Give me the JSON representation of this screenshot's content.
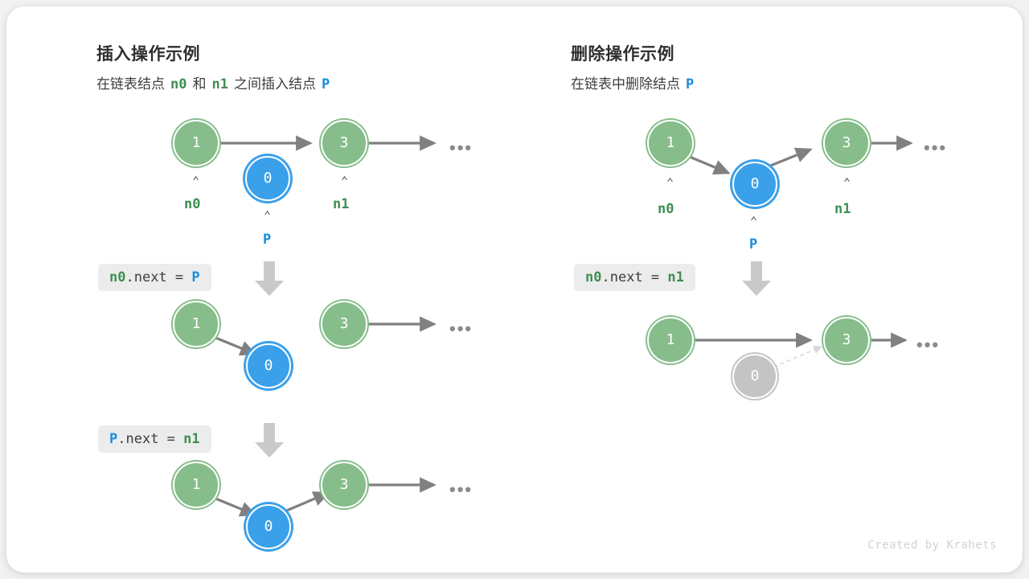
{
  "credit": "Created by Krahets",
  "colors": {
    "green_node": "#86bd8b",
    "blue_node": "#3aa0ea",
    "gray_node": "#c4c4c4",
    "edge": "#808080",
    "green_text": "#3e8f52",
    "blue_text": "#1a8cdd",
    "chip_bg": "#ececec",
    "card_bg": "#ffffff",
    "page_bg": "#f2f2f2"
  },
  "panels": [
    {
      "id": "insert",
      "title": "插入操作示例",
      "subtitle": {
        "part1": "在链表结点",
        "var1": "n0",
        "part2": "和",
        "var2": "n1",
        "part3": "之间插入结点",
        "var3": "P"
      },
      "steps": [
        {
          "id": "insert-step-1",
          "code": null,
          "nodes": [
            {
              "name": "node-n0",
              "value": "1",
              "style": "green"
            },
            {
              "name": "node-p",
              "value": "0",
              "style": "blue"
            },
            {
              "name": "node-n1",
              "value": "3",
              "style": "green"
            }
          ],
          "labels": [
            {
              "name": "label-n0",
              "text": "n0",
              "style": "green"
            },
            {
              "name": "label-n1",
              "text": "n1",
              "style": "green"
            },
            {
              "name": "label-p",
              "text": "P",
              "style": "blue"
            }
          ],
          "ellipsis": "•••"
        },
        {
          "id": "insert-step-2",
          "code": {
            "pre": "n0",
            "pre_style": "green",
            "mid": ".next = ",
            "post": "P",
            "post_style": "blue"
          },
          "nodes": [
            {
              "name": "node-n0",
              "value": "1",
              "style": "green"
            },
            {
              "name": "node-p",
              "value": "0",
              "style": "blue"
            },
            {
              "name": "node-n1",
              "value": "3",
              "style": "green"
            }
          ],
          "labels": [],
          "ellipsis": "•••"
        },
        {
          "id": "insert-step-3",
          "code": {
            "pre": "P",
            "pre_style": "blue",
            "mid": ".next = ",
            "post": "n1",
            "post_style": "green"
          },
          "nodes": [
            {
              "name": "node-n0",
              "value": "1",
              "style": "green"
            },
            {
              "name": "node-p",
              "value": "0",
              "style": "blue"
            },
            {
              "name": "node-n1",
              "value": "3",
              "style": "green"
            }
          ],
          "labels": [],
          "ellipsis": "•••"
        }
      ]
    },
    {
      "id": "delete",
      "title": "删除操作示例",
      "subtitle": {
        "part1": "在链表中删除结点",
        "var1": "P",
        "part2": "",
        "var2": "",
        "part3": "",
        "var3": ""
      },
      "steps": [
        {
          "id": "delete-step-1",
          "code": null,
          "nodes": [
            {
              "name": "node-n0",
              "value": "1",
              "style": "green"
            },
            {
              "name": "node-p",
              "value": "0",
              "style": "blue"
            },
            {
              "name": "node-n1",
              "value": "3",
              "style": "green"
            }
          ],
          "labels": [
            {
              "name": "label-n0",
              "text": "n0",
              "style": "green"
            },
            {
              "name": "label-n1",
              "text": "n1",
              "style": "green"
            },
            {
              "name": "label-p",
              "text": "P",
              "style": "blue"
            }
          ],
          "ellipsis": "•••"
        },
        {
          "id": "delete-step-2",
          "code": {
            "pre": "n0",
            "pre_style": "green",
            "mid": ".next = ",
            "post": "n1",
            "post_style": "green"
          },
          "nodes": [
            {
              "name": "node-n0",
              "value": "1",
              "style": "green"
            },
            {
              "name": "node-p",
              "value": "0",
              "style": "gray"
            },
            {
              "name": "node-n1",
              "value": "3",
              "style": "green"
            }
          ],
          "labels": [],
          "ellipsis": "•••"
        }
      ]
    }
  ],
  "caret_glyph": "⌃"
}
